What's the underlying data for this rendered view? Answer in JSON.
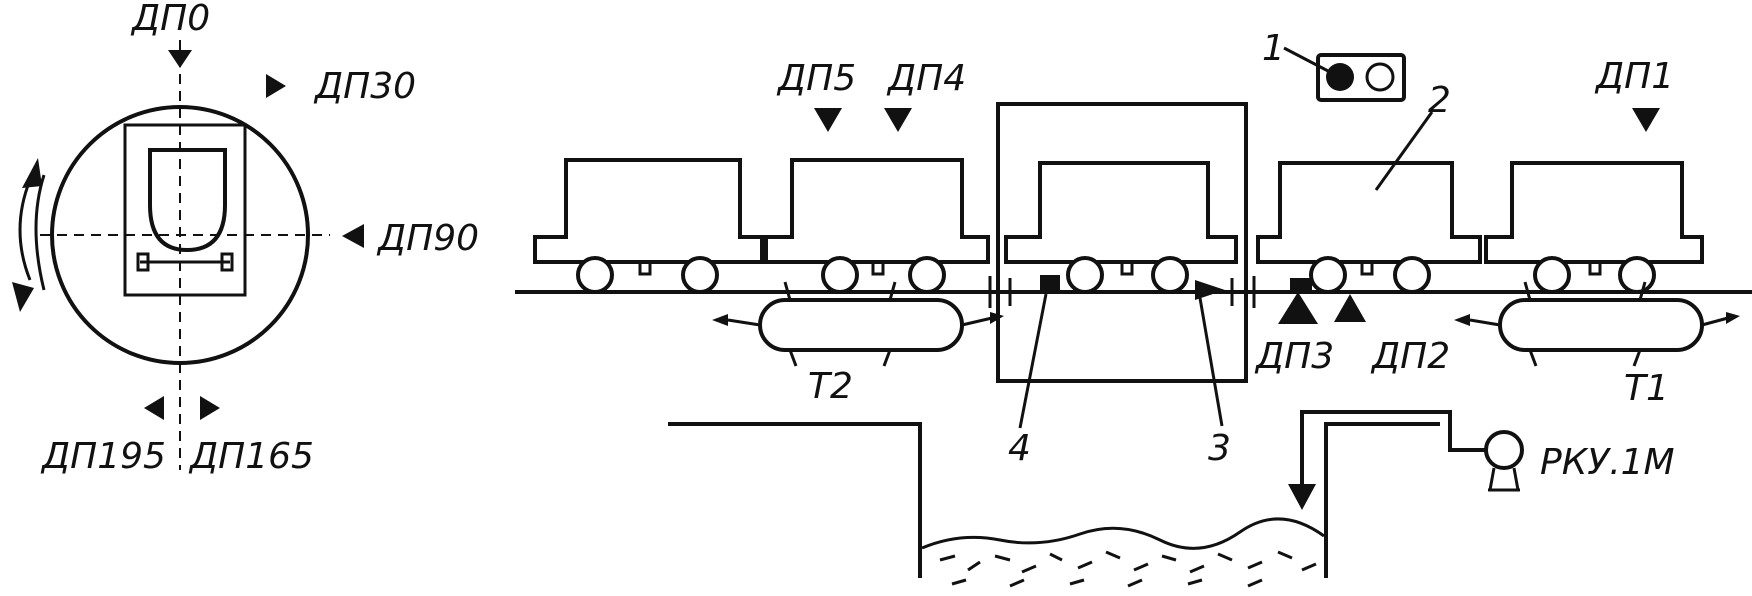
{
  "labels": {
    "dp0": "ДП0",
    "dp30": "ДП30",
    "dp90": "ДП90",
    "dp195": "ДП195",
    "dp165": "ДП165",
    "dp5": "ДП5",
    "dp4": "ДП4",
    "dp1": "ДП1",
    "dp3": "ДП3",
    "dp2": "ДП2",
    "t1": "Т1",
    "t2": "Т2",
    "rku": "РКУ.1М",
    "callout1": "1",
    "callout2": "2",
    "callout3": "3",
    "callout4": "4"
  },
  "colors": {
    "ink": "#111111",
    "paper": "#ffffff"
  }
}
